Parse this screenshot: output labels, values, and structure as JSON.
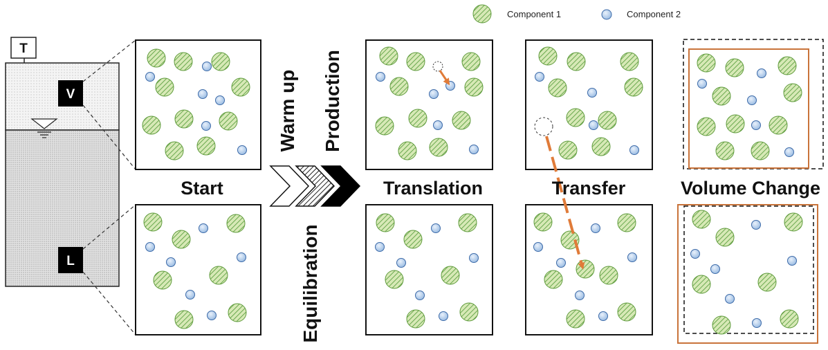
{
  "legend": {
    "component1": "Component 1",
    "component2": "Component 2"
  },
  "vessel": {
    "temperature_label": "T",
    "vapor_label": "V",
    "liquid_label": "L"
  },
  "stages": {
    "start": "Start",
    "warmup": "Warm up",
    "production": "Production",
    "equilibration": "Equilibration"
  },
  "moves": {
    "translation": "Translation",
    "transfer": "Transfer",
    "volume_change": "Volume Change"
  },
  "colors": {
    "green_fill": "#cfe4a8",
    "green_stroke": "#5e9a3b",
    "blue_fill": "#c4d8ef",
    "blue_stroke": "#3c6aa8",
    "orange": "#e07b39",
    "frame": "#111111"
  }
}
